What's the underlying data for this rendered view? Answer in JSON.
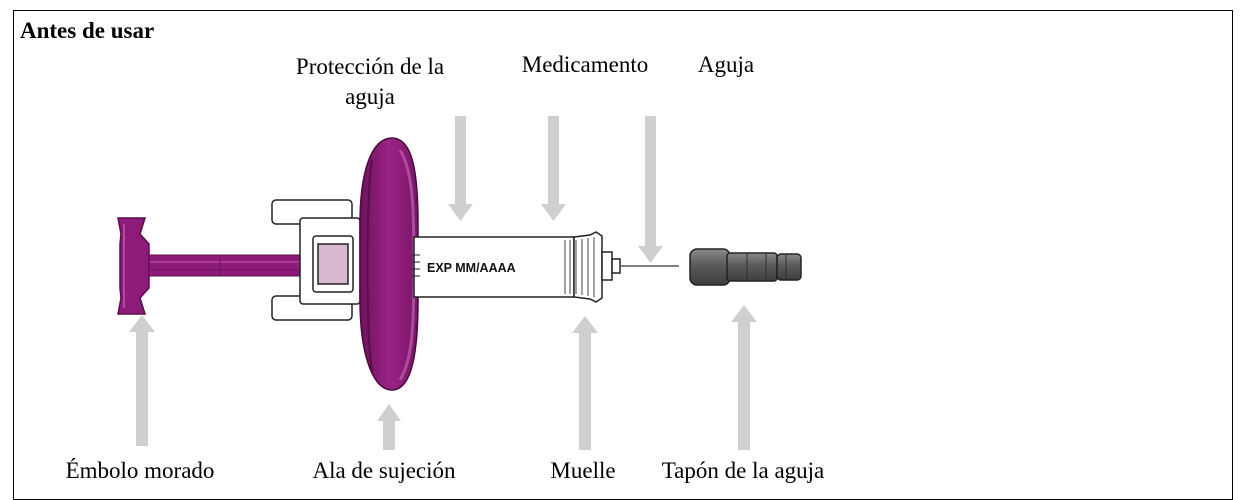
{
  "title": "Antes de usar",
  "labels": {
    "needle_shield": "Protección de la\naguja",
    "medication": "Medicamento",
    "needle": "Aguja",
    "plunger": "Émbolo morado",
    "finger_flange": "Ala de sujeción",
    "spring": "Muelle",
    "needle_cap": "Tapón de la aguja"
  },
  "barrel_print": "EXP MM/AAAA",
  "colors": {
    "purple": "#8e1a79",
    "purple_dark": "#6d125b",
    "arrow": "#cfcfcf",
    "cap": "#5a5a5a"
  }
}
